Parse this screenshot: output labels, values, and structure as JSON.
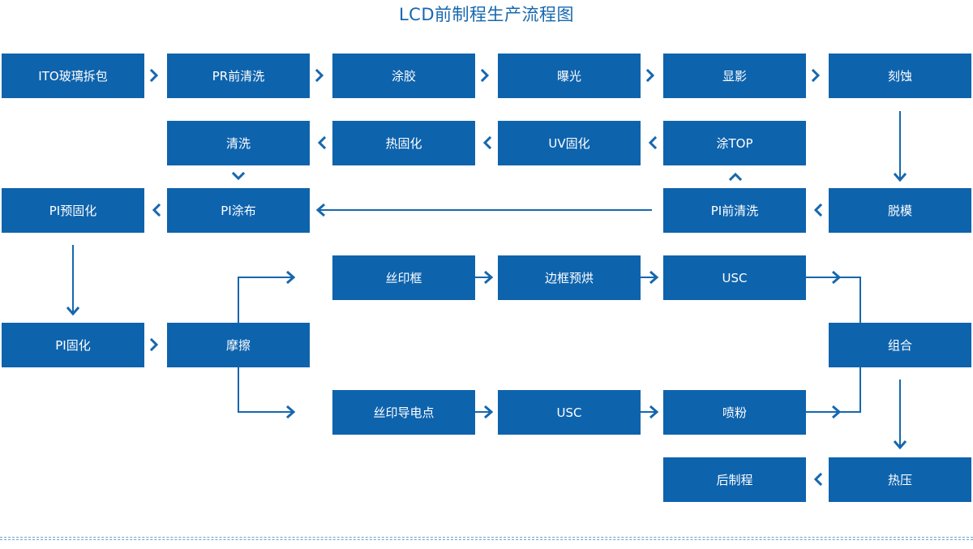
{
  "title": "LCD前制程生产流程图",
  "colors": {
    "box": "#0e63ad",
    "arrow": "#1667ae",
    "title": "#1667ae"
  },
  "steps": {
    "ito": "ITO玻璃拆包",
    "pr_clean": "PR前清洗",
    "coat": "涂胶",
    "expose": "曝光",
    "develop": "显影",
    "etch": "刻蚀",
    "clean": "清洗",
    "thermal_cure": "热固化",
    "uv_cure": "UV固化",
    "top_coat": "涂TOP",
    "pi_precure": "PI预固化",
    "pi_coat": "PI涂布",
    "pi_preclean": "PI前清洗",
    "strip": "脱模",
    "silk_frame": "丝印框",
    "frame_prebake": "边框预烘",
    "usc_top": "USC",
    "pi_cure": "PI固化",
    "rub": "摩擦",
    "assemble": "组合",
    "silk_dot": "丝印导电点",
    "usc_bottom": "USC",
    "spray": "喷粉",
    "post_process": "后制程",
    "hot_press": "热压"
  }
}
